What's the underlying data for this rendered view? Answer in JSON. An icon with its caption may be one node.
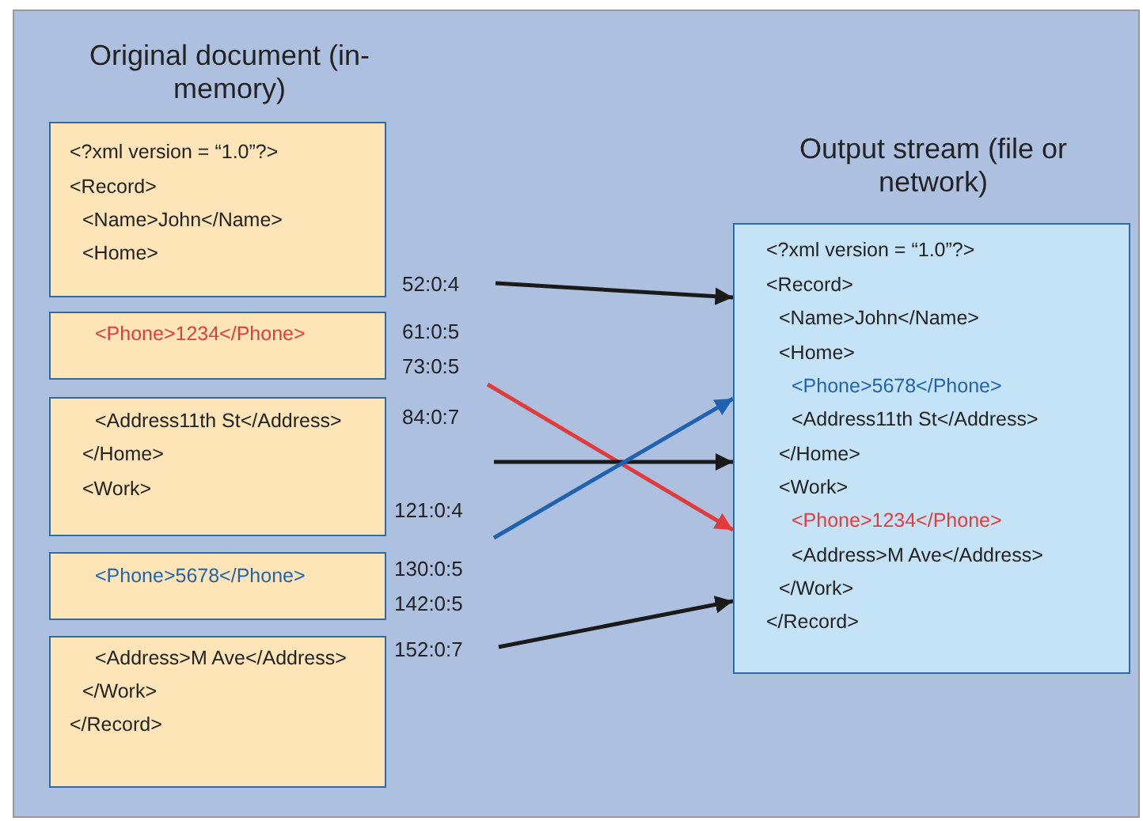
{
  "diagram": {
    "nodes": [
      {
        "text": [
          "<?xml version = “1.0”?>",
          "<Record>",
          "<Name>John</Name>",
          "<Home>"
        ],
        "beside": [
          "52:0:4"
        ]
      },
      {
        "text": [
          "<Phone>1234</Phone>"
        ],
        "beside": [
          "61:0:5",
          "73:0:5"
        ]
      },
      {
        "text": [
          "<Address11th St</Address>",
          "</Home>",
          "<Work>"
        ],
        "beside": [
          "84:0:7",
          "121:0:4"
        ]
      },
      {
        "text": [
          "<Phone>5678</Phone>"
        ],
        "beside": [
          "130:0:5",
          "142:0:5"
        ]
      },
      {
        "text": [
          "<Address>M Ave</Address>",
          "</Work>",
          "</Record>"
        ],
        "beside": [
          "152:0:7"
        ]
      },
      {
        "text": [
          "Output stream (file or network)",
          "<?xml version = “1.0”?>",
          "<Record>",
          "<Name>John</Name>",
          "<Home>",
          "<Phone>5678</Phone>",
          "<Address11th St</Address>",
          "</Home>",
          "<Work>",
          "<Phone>1234</Phone>",
          "<Address>M Ave</Address>",
          "</Work>",
          "</Record>"
        ]
      }
    ],
    "edges": [
      {
        "from": null,
        "to": 5,
        "arrow": "to"
      },
      {
        "from": null,
        "to": 5,
        "arrow": "to",
        "color": "#e03c3c"
      },
      {
        "from": null,
        "to": 5,
        "arrow": "to"
      },
      {
        "from": null,
        "to": 5,
        "arrow": "to",
        "color": "#1f63b0"
      },
      {
        "from": null,
        "to": 5,
        "arrow": "to"
      }
    ],
    "labels": [
      "Original document (in-memory)"
    ]
  }
}
